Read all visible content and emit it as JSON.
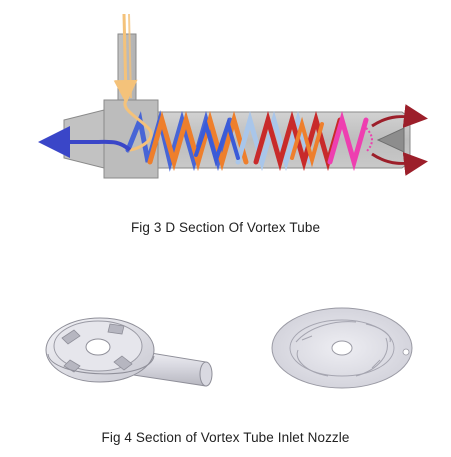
{
  "figures": [
    {
      "caption": "Fig 3 D Section Of Vortex Tube",
      "illustration": "vortex-tube-section"
    },
    {
      "caption": "Fig 4 Section of Vortex Tube Inlet Nozzle",
      "illustration": "inlet-nozzle-section"
    }
  ],
  "colors": {
    "body_gray": "#c7c7c7",
    "body_stroke": "#8a8a8a",
    "inlet_air": "#f4c27a",
    "cold_exit": "#3a46c8",
    "hot_exit": "#9c1f2a",
    "swirl_blue": "#3a5bd8",
    "swirl_orange": "#ee7f2c",
    "swirl_red": "#c82a2a",
    "swirl_pink": "#ee3fb0",
    "swirl_light": "#a9c6ea"
  }
}
